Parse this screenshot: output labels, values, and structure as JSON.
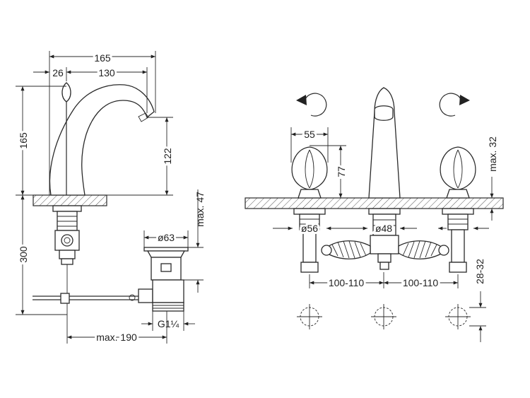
{
  "dimensions": {
    "spout_reach_total": "165",
    "handle_offset": "26",
    "spout_reach": "130",
    "overall_height": "165",
    "outlet_height": "122",
    "below_deck": "300",
    "waste_diameter": "ø63",
    "waste_height": "max. 47",
    "waste_thread": "G1¼",
    "pull_rod_length": "max. 190",
    "handle_width": "55",
    "handle_height": "77",
    "deck_thickness": "max. 32",
    "handle_hole": "ø56",
    "spout_hole": "ø48",
    "spacing_left": "100-110",
    "spacing_right": "100-110",
    "hole_size": "28-32"
  },
  "colors": {
    "line": "#2a2a2a",
    "background": "#ffffff"
  }
}
